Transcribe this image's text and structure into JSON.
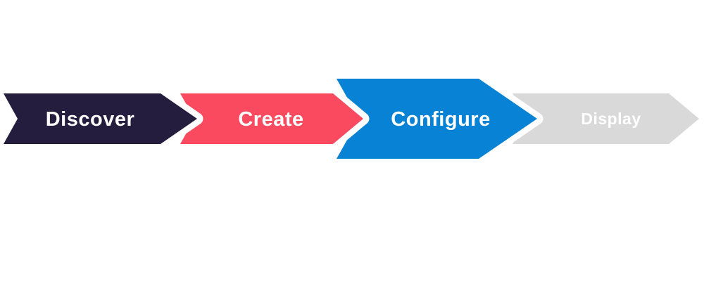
{
  "diagram": {
    "type": "chevron-process-flow",
    "background_color": "#ffffff",
    "separator_color": "#ffffff",
    "steps": [
      {
        "label": "Discover",
        "fill": "#251d3e",
        "text_color": "#ffffff",
        "emphasized": false
      },
      {
        "label": "Create",
        "fill": "#fa4a5f",
        "text_color": "#ffffff",
        "emphasized": false
      },
      {
        "label": "Configure",
        "fill": "#0882d5",
        "text_color": "#ffffff",
        "emphasized": true
      },
      {
        "label": "Display",
        "fill": "#d9d9d9",
        "text_color": "#ffffff",
        "emphasized": false
      }
    ]
  }
}
